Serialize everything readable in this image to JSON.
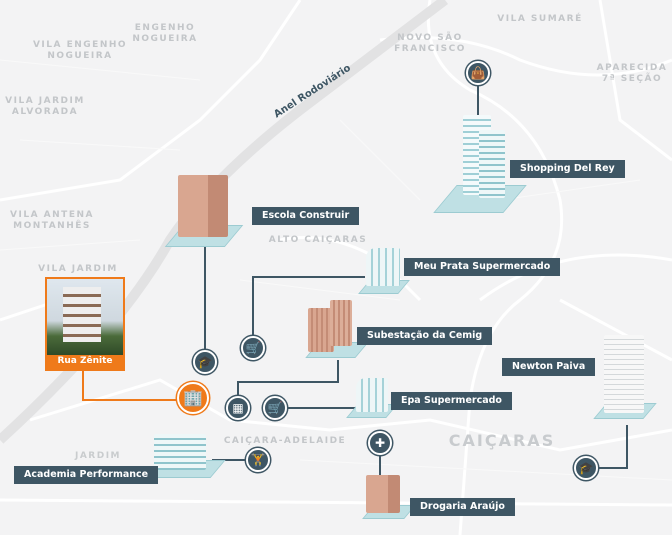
{
  "neighborhoods": [
    {
      "name": "VILA ENGENHO\nNOGUEIRA"
    },
    {
      "name": "ENGENHO\nNOGUEIRA"
    },
    {
      "name": "VILA JARDIM\nALVORADA"
    },
    {
      "name": "VILA ANTENA\nMONTANHÊS"
    },
    {
      "name": "VILA JARDIM"
    },
    {
      "name": "VILA SUMARÉ"
    },
    {
      "name": "NOVO SÃO\nFRANCISCO"
    },
    {
      "name": "APARECIDA\n7ª SEÇÃO"
    },
    {
      "name": "ALTO CAIÇARAS"
    },
    {
      "name": "CAIÇARA-ADELAIDE"
    },
    {
      "name": "CAIÇARAS"
    },
    {
      "name": "JARDIM"
    }
  ],
  "road": {
    "name": "Anel Rodoviário"
  },
  "featured": {
    "name": "Rua Zênite",
    "icon": "building-icon",
    "color": "#ef7a1a"
  },
  "places": [
    {
      "name": "Escola Construir",
      "icon": "graduation-cap-icon"
    },
    {
      "name": "Shopping Del Rey",
      "icon": "shopping-bag-icon"
    },
    {
      "name": "Meu Prata Supermercado",
      "icon": "cart-icon"
    },
    {
      "name": "Subestação da Cemig",
      "icon": "office-building-icon"
    },
    {
      "name": "Newton Paiva",
      "icon": "graduation-cap-icon"
    },
    {
      "name": "Epa Supermercado",
      "icon": "cart-icon"
    },
    {
      "name": "Drogaria Araújo",
      "icon": "pharmacy-icon"
    },
    {
      "name": "Academia Performance",
      "icon": "weightlifting-icon"
    }
  ],
  "colors": {
    "label_bg": "#3e5664",
    "accent": "#ef7a1a",
    "map_bg": "#f3f3f4"
  }
}
